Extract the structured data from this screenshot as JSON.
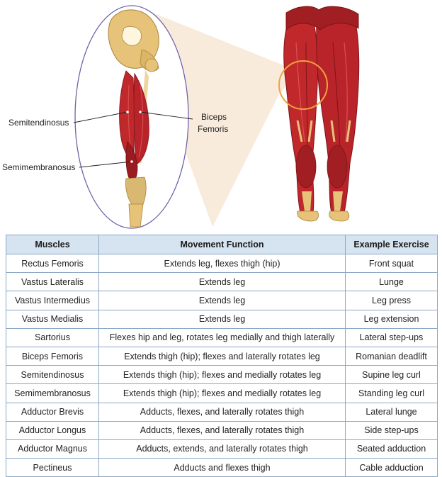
{
  "illustration": {
    "labels": {
      "semitendinosus": "Semitendinosus",
      "biceps_line1": "Biceps",
      "biceps_line2": "Femoris",
      "semimembranosus": "Semimembranosus"
    },
    "colors": {
      "muscle": "#c0282c",
      "muscle_dark": "#8e1a1e",
      "bone": "#e7c37a",
      "ellipse_stroke": "#6f64a8",
      "highlight_circle": "#f1a23d",
      "callout_fill": "#f7e7d6"
    }
  },
  "table": {
    "headers": [
      "Muscles",
      "Movement Function",
      "Example Exercise"
    ],
    "rows": [
      [
        "Rectus Femoris",
        "Extends leg, flexes thigh (hip)",
        "Front squat"
      ],
      [
        "Vastus Lateralis",
        "Extends leg",
        "Lunge"
      ],
      [
        "Vastus Intermedius",
        "Extends leg",
        "Leg press"
      ],
      [
        "Vastus Medialis",
        "Extends leg",
        "Leg extension"
      ],
      [
        "Sartorius",
        "Flexes hip and leg, rotates leg medially and thigh laterally",
        "Lateral step-ups"
      ],
      [
        "Biceps Femoris",
        "Extends thigh (hip); flexes and laterally rotates leg",
        "Romanian deadlift"
      ],
      [
        "Semitendinosus",
        "Extends thigh (hip); flexes and medially rotates leg",
        "Supine leg curl"
      ],
      [
        "Semimembranosus",
        "Extends thigh (hip); flexes and medially rotates leg",
        "Standing leg curl"
      ],
      [
        "Adductor Brevis",
        "Adducts, flexes, and laterally rotates thigh",
        "Lateral lunge"
      ],
      [
        "Adductor Longus",
        "Adducts, flexes, and laterally rotates thigh",
        "Side step-ups"
      ],
      [
        "Adductor Magnus",
        "Adducts, extends, and laterally rotates thigh",
        "Seated adduction"
      ],
      [
        "Pectineus",
        "Adducts and flexes thigh",
        "Cable adduction"
      ]
    ]
  }
}
